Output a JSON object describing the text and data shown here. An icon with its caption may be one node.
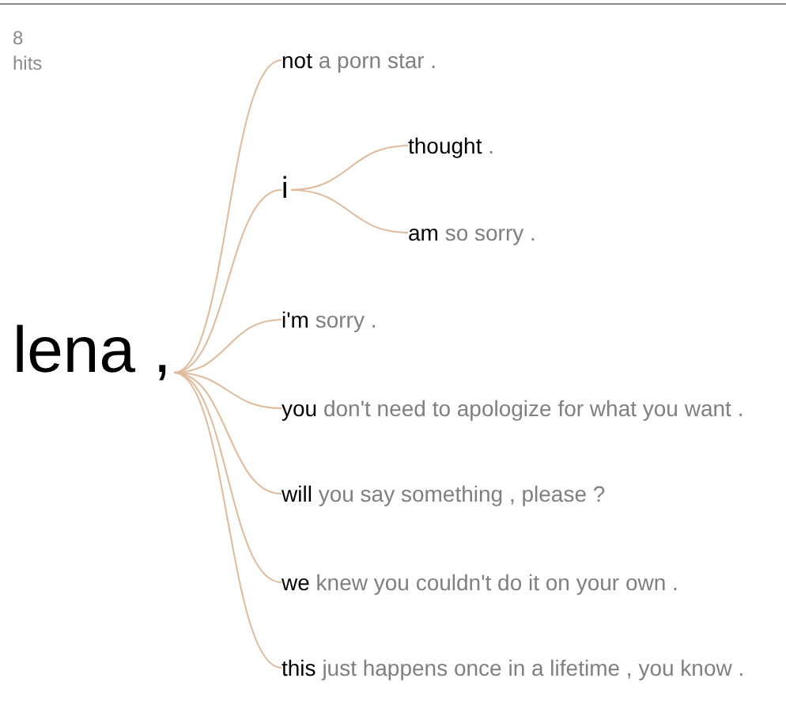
{
  "diagram": {
    "nodes": [
      {
        "text": [
          "lena ,"
        ]
      },
      {
        "text": [
          "not",
          "a porn star ."
        ]
      },
      {
        "text": [
          "i"
        ]
      },
      {
        "text": [
          "thought",
          "."
        ]
      },
      {
        "text": [
          "am",
          "so sorry ."
        ]
      },
      {
        "text": [
          "i'm",
          "sorry ."
        ]
      },
      {
        "text": [
          "you",
          "don't need to apologize for what you want ."
        ]
      },
      {
        "text": [
          "will",
          "you say something , please ?"
        ]
      },
      {
        "text": [
          "we",
          "knew you couldn't do it on your own ."
        ]
      },
      {
        "text": [
          "this",
          "just happens once in a lifetime , you know ."
        ]
      }
    ],
    "edges": [
      {
        "from": 0,
        "to": 1,
        "arrow": "none"
      },
      {
        "from": 0,
        "to": 2,
        "arrow": "none"
      },
      {
        "from": 2,
        "to": 3,
        "arrow": "none"
      },
      {
        "from": 2,
        "to": 4,
        "arrow": "none"
      },
      {
        "from": 0,
        "to": 5,
        "arrow": "none"
      },
      {
        "from": 0,
        "to": 6,
        "arrow": "none"
      },
      {
        "from": 0,
        "to": 7,
        "arrow": "none"
      },
      {
        "from": 0,
        "to": 8,
        "arrow": "none"
      },
      {
        "from": 0,
        "to": 9,
        "arrow": "none"
      }
    ],
    "labels": [
      "8 hits"
    ]
  }
}
